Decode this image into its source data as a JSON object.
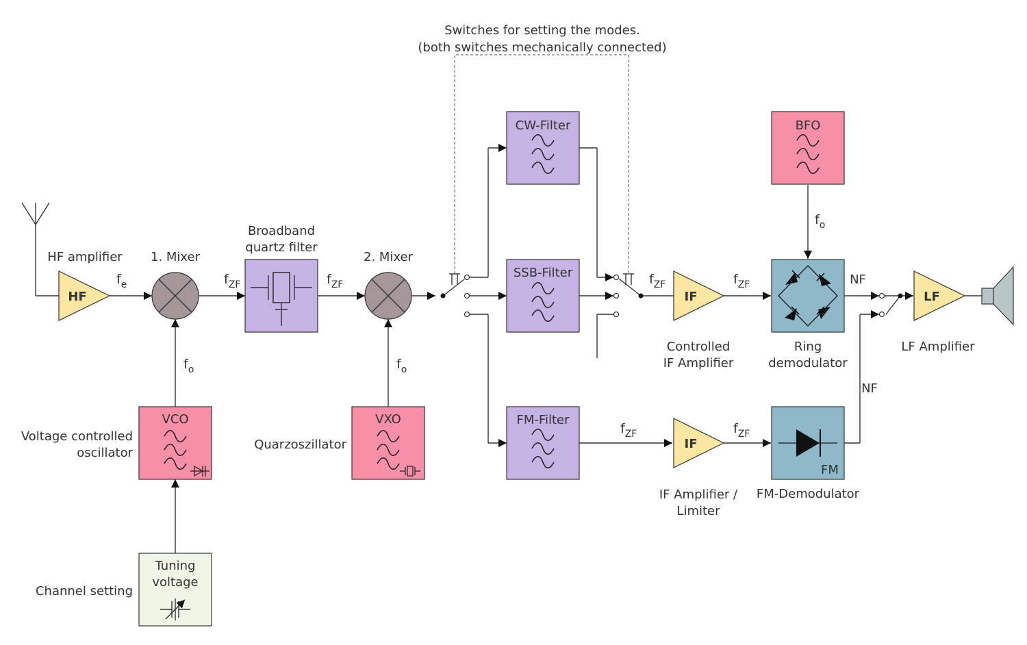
{
  "colors": {
    "filter": "#c5b4e3",
    "oscillator": "#f78fa7",
    "amplifier": "#fbe7a1",
    "demodulator": "#8fb8c9",
    "mixer": "#a59699",
    "tuning": "#f1f5e6",
    "speaker": "#b8c7c5"
  },
  "switch_note": {
    "line1": "Switches for setting the modes.",
    "line2": "(both switches mechanically connected)"
  },
  "hf_amplifier": {
    "label": "HF amplifier",
    "symbol": "HF"
  },
  "mixer1": {
    "label": "1. Mixer"
  },
  "bb_filter": {
    "line1": "Broadband",
    "line2": "quartz filter"
  },
  "mixer2": {
    "label": "2. Mixer"
  },
  "vco": {
    "title": "VCO",
    "desc1": "Voltage controlled",
    "desc2": "oscillator"
  },
  "vxo": {
    "title": "VXO",
    "desc": "Quarzoszillator"
  },
  "tuning": {
    "line1": "Tuning",
    "line2": "voltage",
    "desc": "Channel setting"
  },
  "cw_filter": {
    "title": "CW-Filter"
  },
  "ssb_filter": {
    "title": "SSB-Filter"
  },
  "fm_filter": {
    "title": "FM-Filter"
  },
  "bfo": {
    "title": "BFO"
  },
  "if_amp1": {
    "symbol": "IF",
    "line1": "Controlled",
    "line2": "IF Amplifier"
  },
  "if_amp2": {
    "symbol": "IF",
    "line1": "IF Amplifier /",
    "line2": "Limiter"
  },
  "ring_demod": {
    "line1": "Ring",
    "line2": "demodulator"
  },
  "fm_demod": {
    "tag": "FM",
    "label": "FM-Demodulator"
  },
  "lf_amp": {
    "symbol": "LF",
    "label": "LF Amplifier"
  },
  "signals": {
    "f": "f",
    "e_sub": "e",
    "o_sub": "o",
    "zf_sub": "ZF",
    "nf": "NF"
  }
}
